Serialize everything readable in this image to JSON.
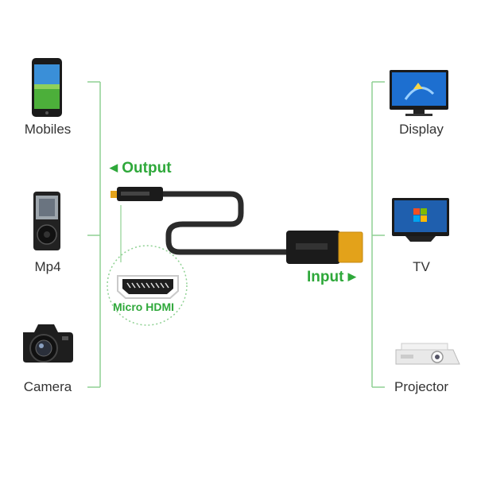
{
  "sources": [
    {
      "label": "Mobiles",
      "icon": "smartphone-icon"
    },
    {
      "label": "Mp4",
      "icon": "mp4-player-icon"
    },
    {
      "label": "Camera",
      "icon": "dslr-camera-icon"
    }
  ],
  "displays": [
    {
      "label": "Display",
      "icon": "monitor-icon"
    },
    {
      "label": "TV",
      "icon": "tv-icon"
    },
    {
      "label": "Projector",
      "icon": "projector-icon"
    }
  ],
  "cable": {
    "output_label": "Output",
    "input_label": "Input",
    "micro_label": "Micro HDMI",
    "colors": {
      "accent": "#2ea83a",
      "cable": "#2b2b2b",
      "gold": "#e3a21a"
    }
  }
}
